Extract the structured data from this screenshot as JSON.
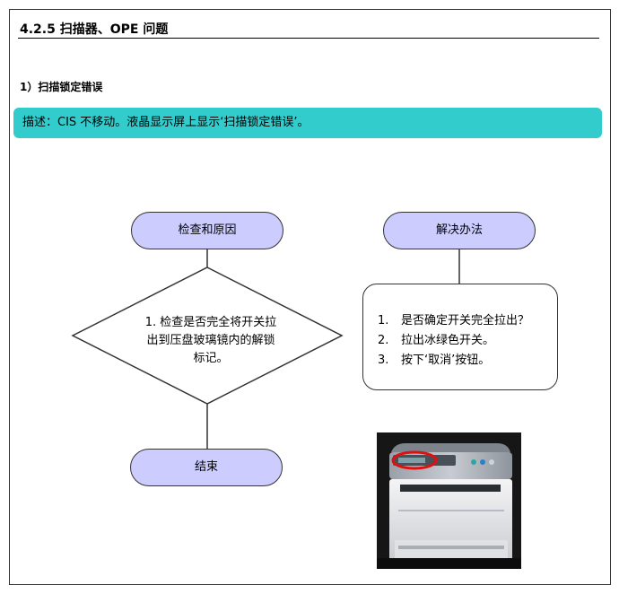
{
  "section": {
    "title": "4.2.5  扫描器、OPE 问题"
  },
  "issue": {
    "title": "1）扫描锁定错误",
    "description": "描述：CIS 不移动。液晶显示屏上显示‘扫描锁定错误’。"
  },
  "flow": {
    "check_label": "检查和原因",
    "solution_label": "解决办法",
    "end_label": "结束",
    "check_steps": [
      "1. 检查是否完全将开关拉",
      "出到压盘玻璃镜内的解锁",
      "标记。"
    ],
    "solutions": [
      {
        "num": "1.",
        "text": "是否确定开关完全拉出？"
      },
      {
        "num": "2.",
        "text": "拉出冰绿色开关。"
      },
      {
        "num": "3.",
        "text": "按下‘取消’按钮。"
      }
    ]
  },
  "colors": {
    "accent_bar": "#33cccc",
    "pill_fill": "#ccccff",
    "highlight_circle": "#e01010"
  }
}
